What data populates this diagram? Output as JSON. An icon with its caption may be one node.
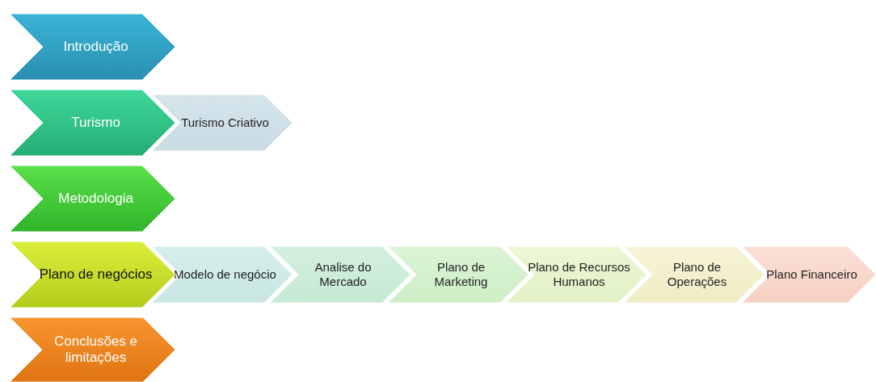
{
  "diagram": {
    "nodes": [
      {
        "text": [
          "Introdução"
        ]
      },
      {
        "text": [
          "Turismo"
        ]
      },
      {
        "text": [
          "Turismo Criativo"
        ]
      },
      {
        "text": [
          "Metodologia"
        ]
      },
      {
        "text": [
          "Plano de negócios"
        ]
      },
      {
        "text": [
          "Modelo de negócio"
        ]
      },
      {
        "text": [
          "Analise do Mercado"
        ]
      },
      {
        "text": [
          "Plano de Marketing"
        ]
      },
      {
        "text": [
          "Plano de Recursos Humanos"
        ]
      },
      {
        "text": [
          "Plano de Operações"
        ]
      },
      {
        "text": [
          "Plano Financeiro"
        ]
      },
      {
        "text": [
          "Conclusões e limitações"
        ]
      }
    ]
  }
}
